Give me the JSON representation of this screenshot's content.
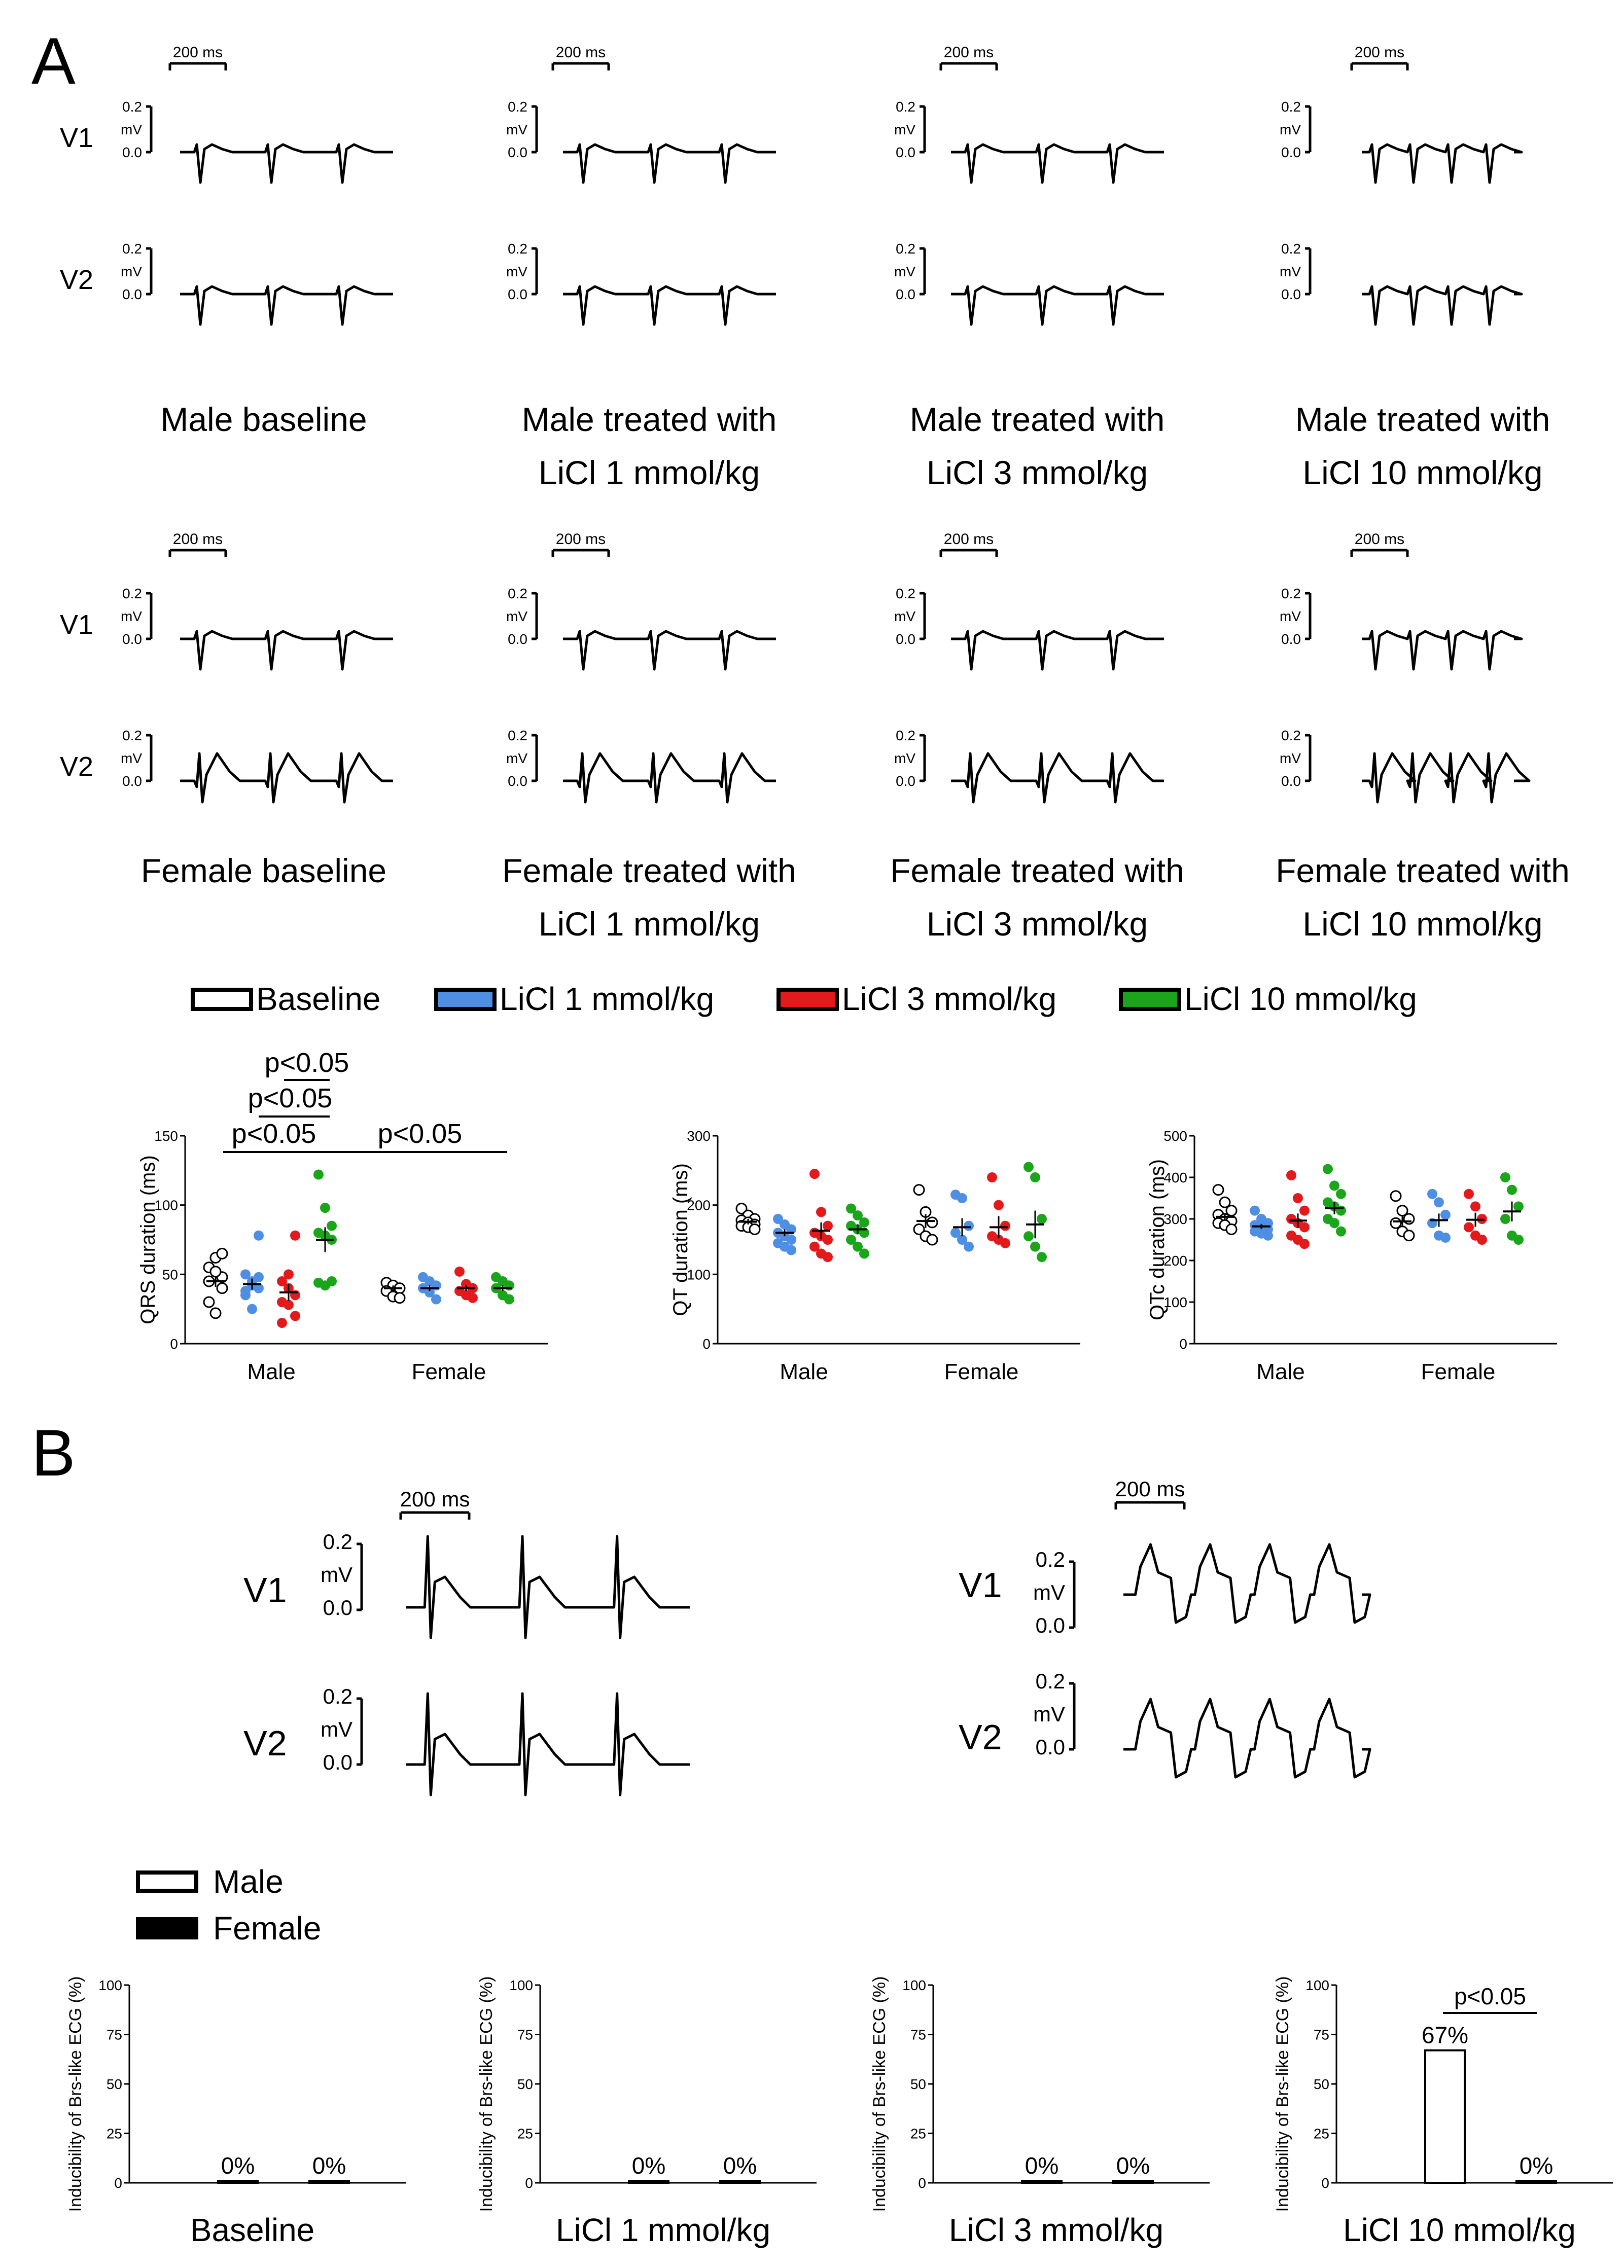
{
  "panel_labels": [
    "A",
    "B"
  ],
  "ecg_panel_a": {
    "scale_bar": "200 ms",
    "leads": [
      "V1",
      "V2"
    ],
    "amplitude_ticks": [
      "0.2",
      "mV",
      "0.0"
    ],
    "male_conditions": [
      {
        "line1": "Male baseline",
        "line2": ""
      },
      {
        "line1": "Male treated with",
        "line2": "LiCl 1 mmol/kg"
      },
      {
        "line1": "Male treated with",
        "line2": "LiCl 3 mmol/kg"
      },
      {
        "line1": "Male treated with",
        "line2": "LiCl 10 mmol/kg"
      }
    ],
    "female_conditions": [
      {
        "line1": "Female baseline",
        "line2": ""
      },
      {
        "line1": "Female treated with",
        "line2": "LiCl 1 mmol/kg"
      },
      {
        "line1": "Female treated with",
        "line2": "LiCl 3 mmol/kg"
      },
      {
        "line1": "Female treated with",
        "line2": "LiCl 10 mmol/kg"
      }
    ]
  },
  "legend_treatment": [
    {
      "label": "Baseline",
      "color": "#ffffff"
    },
    {
      "label": "LiCl 1 mmol/kg",
      "color": "#4f8fe3"
    },
    {
      "label": "LiCl 3 mmol/kg",
      "color": "#e31a1c"
    },
    {
      "label": "LiCl 10 mmol/kg",
      "color": "#1aa51a"
    }
  ],
  "chart_data": [
    {
      "type": "scatter",
      "ylabel": "QRS duration (ms)",
      "ylim": [
        0,
        150
      ],
      "yticks": [
        0,
        50,
        100,
        150
      ],
      "groups": [
        "Male",
        "Female"
      ],
      "series_order": [
        "Baseline",
        "LiCl 1 mmol/kg",
        "LiCl 3 mmol/kg",
        "LiCl 10 mmol/kg"
      ],
      "points": {
        "Male": [
          [
            55,
            62,
            48,
            45,
            52,
            40,
            30,
            22,
            65
          ],
          [
            50,
            45,
            40,
            35,
            42,
            48,
            38,
            25,
            78
          ],
          [
            45,
            40,
            35,
            30,
            28,
            20,
            15,
            50,
            78
          ],
          [
            122,
            98,
            85,
            80,
            78,
            75,
            44,
            42,
            45
          ]
        ],
        "Female": [
          [
            44,
            42,
            40,
            38,
            34,
            33
          ],
          [
            48,
            45,
            42,
            40,
            37,
            32
          ],
          [
            52,
            43,
            40,
            38,
            35,
            33
          ],
          [
            48,
            45,
            42,
            40,
            35,
            32
          ]
        ]
      },
      "means": {
        "Male": [
          45,
          43,
          37,
          75
        ],
        "Female": [
          40,
          40,
          40,
          40
        ]
      },
      "sems": {
        "Male": [
          4,
          4,
          6,
          9
        ],
        "Female": [
          2,
          2,
          2,
          2
        ]
      },
      "annotations": [
        "p<0.05",
        "p<0.05",
        "p<0.05",
        "p<0.05"
      ]
    },
    {
      "type": "scatter",
      "ylabel": "QT duration (ms)",
      "ylim": [
        0,
        300
      ],
      "yticks": [
        0,
        100,
        200,
        300
      ],
      "groups": [
        "Male",
        "Female"
      ],
      "series_order": [
        "Baseline",
        "LiCl 1 mmol/kg",
        "LiCl 3 mmol/kg",
        "LiCl 10 mmol/kg"
      ],
      "points": {
        "Male": [
          [
            195,
            185,
            180,
            178,
            175,
            172,
            170,
            168,
            165
          ],
          [
            180,
            172,
            165,
            160,
            155,
            150,
            145,
            140,
            135
          ],
          [
            245,
            190,
            170,
            160,
            155,
            150,
            140,
            130,
            125
          ],
          [
            195,
            185,
            175,
            170,
            165,
            160,
            150,
            140,
            130
          ]
        ],
        "Female": [
          [
            222,
            190,
            175,
            165,
            155,
            150
          ],
          [
            215,
            210,
            170,
            160,
            150,
            140
          ],
          [
            240,
            200,
            170,
            155,
            150,
            145
          ],
          [
            255,
            240,
            180,
            155,
            140,
            125
          ]
        ]
      },
      "means": {
        "Male": [
          176,
          160,
          163,
          165
        ],
        "Female": [
          177,
          168,
          168,
          172
        ]
      },
      "sems": {
        "Male": [
          4,
          5,
          12,
          7
        ],
        "Female": [
          10,
          13,
          16,
          20
        ]
      },
      "annotations": []
    },
    {
      "type": "scatter",
      "ylabel": "QTc duration (ms)",
      "ylim": [
        0,
        500
      ],
      "yticks": [
        0,
        100,
        200,
        300,
        400,
        500
      ],
      "groups": [
        "Male",
        "Female"
      ],
      "series_order": [
        "Baseline",
        "LiCl 1 mmol/kg",
        "LiCl 3 mmol/kg",
        "LiCl 10 mmol/kg"
      ],
      "points": {
        "Male": [
          [
            370,
            340,
            320,
            310,
            300,
            295,
            290,
            285,
            275
          ],
          [
            320,
            300,
            290,
            285,
            280,
            275,
            270,
            265,
            260
          ],
          [
            405,
            350,
            320,
            300,
            290,
            280,
            260,
            250,
            240
          ],
          [
            420,
            380,
            360,
            340,
            330,
            320,
            300,
            290,
            270
          ]
        ],
        "Female": [
          [
            355,
            320,
            300,
            290,
            270,
            260
          ],
          [
            360,
            340,
            310,
            290,
            260,
            255
          ],
          [
            360,
            330,
            300,
            280,
            260,
            250
          ],
          [
            400,
            370,
            330,
            300,
            260,
            250
          ]
        ]
      },
      "means": {
        "Male": [
          305,
          282,
          296,
          326
        ],
        "Female": [
          294,
          297,
          298,
          318
        ]
      },
      "sems": {
        "Male": [
          9,
          6,
          17,
          15
        ],
        "Female": [
          14,
          16,
          17,
          24
        ]
      },
      "annotations": []
    },
    {
      "type": "bar",
      "title": "Baseline",
      "ylabel": "Inducibility of Brs-like ECG (%)",
      "ylim": [
        0,
        100
      ],
      "yticks": [
        0,
        25,
        50,
        75,
        100
      ],
      "categories": [
        "Male",
        "Female"
      ],
      "values": [
        0,
        0
      ],
      "value_labels": [
        "0%",
        "0%"
      ],
      "annotations": []
    },
    {
      "type": "bar",
      "title": "LiCl 1 mmol/kg",
      "ylabel": "Inducibility of Brs-like ECG (%)",
      "ylim": [
        0,
        100
      ],
      "yticks": [
        0,
        25,
        50,
        75,
        100
      ],
      "categories": [
        "Male",
        "Female"
      ],
      "values": [
        0,
        0
      ],
      "value_labels": [
        "0%",
        "0%"
      ],
      "annotations": []
    },
    {
      "type": "bar",
      "title": "LiCl 3 mmol/kg",
      "ylabel": "Inducibility of Brs-like ECG (%)",
      "ylim": [
        0,
        100
      ],
      "yticks": [
        0,
        25,
        50,
        75,
        100
      ],
      "categories": [
        "Male",
        "Female"
      ],
      "values": [
        0,
        0
      ],
      "value_labels": [
        "0%",
        "0%"
      ],
      "annotations": []
    },
    {
      "type": "bar",
      "title": "LiCl 10 mmol/kg",
      "ylabel": "Inducibility of Brs-like ECG (%)",
      "ylim": [
        0,
        100
      ],
      "yticks": [
        0,
        25,
        50,
        75,
        100
      ],
      "categories": [
        "Male",
        "Female"
      ],
      "values": [
        67,
        0
      ],
      "value_labels": [
        "67%",
        "0%"
      ],
      "annotations": [
        "p<0.05"
      ]
    }
  ],
  "ecg_panel_b": {
    "scale_bar": "200 ms",
    "leads": [
      "V1",
      "V2"
    ],
    "amplitude_ticks": [
      "0.2",
      "mV",
      "0.0"
    ]
  },
  "legend_sex": [
    {
      "label": "Male",
      "fill": "#ffffff"
    },
    {
      "label": "Female",
      "fill": "#000000"
    }
  ]
}
